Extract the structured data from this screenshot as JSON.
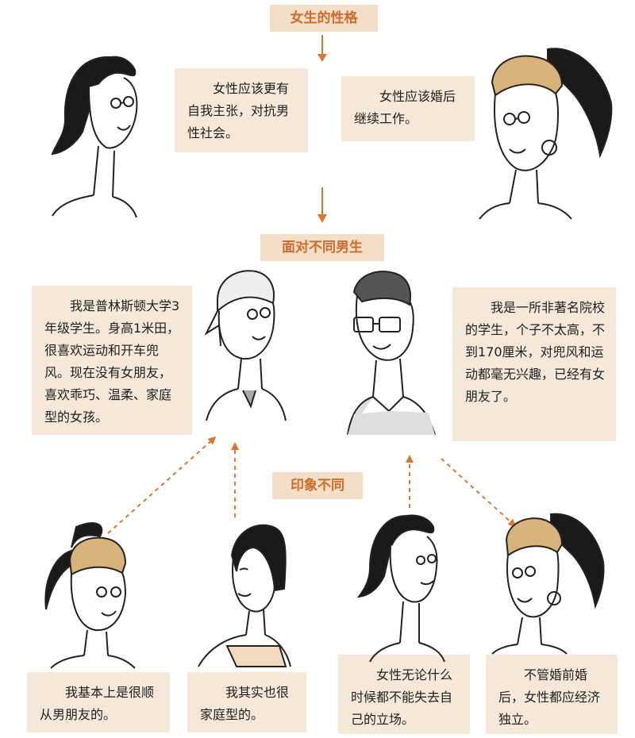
{
  "labels": {
    "personality": "女生的性格",
    "facing_boys": "面对不同男生",
    "impressions": "印象不同"
  },
  "top_boxes": {
    "assertive": "女性应该更有自我主张，对抗男性社会。",
    "keep_working": "女性应该婚后继续工作。"
  },
  "boys": {
    "princeton": "我是普林斯顿大学3年级学生。身高1米田，很喜欢运动和开车兜风。现在没有女朋友，喜欢乖巧、温柔、家庭型的女孩。",
    "ordinary": "我是一所非著名院校的学生，个子不太高，不到170厘米，对兜风和运动都毫无兴趣，已经有女朋友了。"
  },
  "bottom_boxes": {
    "obedient": "我基本上是很顺从男朋友的。",
    "domestic": "我其实也很家庭型的。",
    "keep_self": "女性无论什么时候都不能失去自己的立场。",
    "independent": "不管婚前婚后，女性都应经济独立。"
  },
  "colors": {
    "label_bg": "#f3dfc8",
    "label_text": "#cf6a2a",
    "box_bg": "#f5e8d8",
    "arrow": "#d9772f"
  }
}
